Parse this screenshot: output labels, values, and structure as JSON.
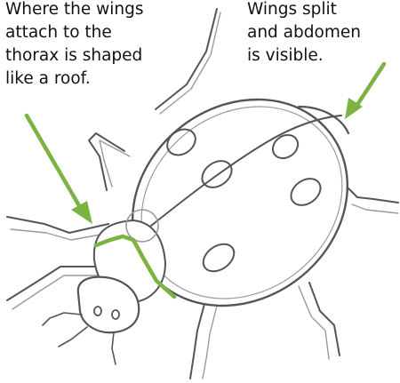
{
  "annotations": {
    "left": {
      "lines": [
        "Where the wings",
        "attach to the",
        "thorax is shaped",
        "like a roof."
      ]
    },
    "right": {
      "lines": [
        "Wings split",
        "and abdomen",
        "is visible."
      ]
    }
  },
  "colors": {
    "highlight": "#7cb342",
    "pencil": "#555555",
    "pencil_light": "#9a9a9a",
    "text": "#111111",
    "background": "#ffffff"
  }
}
